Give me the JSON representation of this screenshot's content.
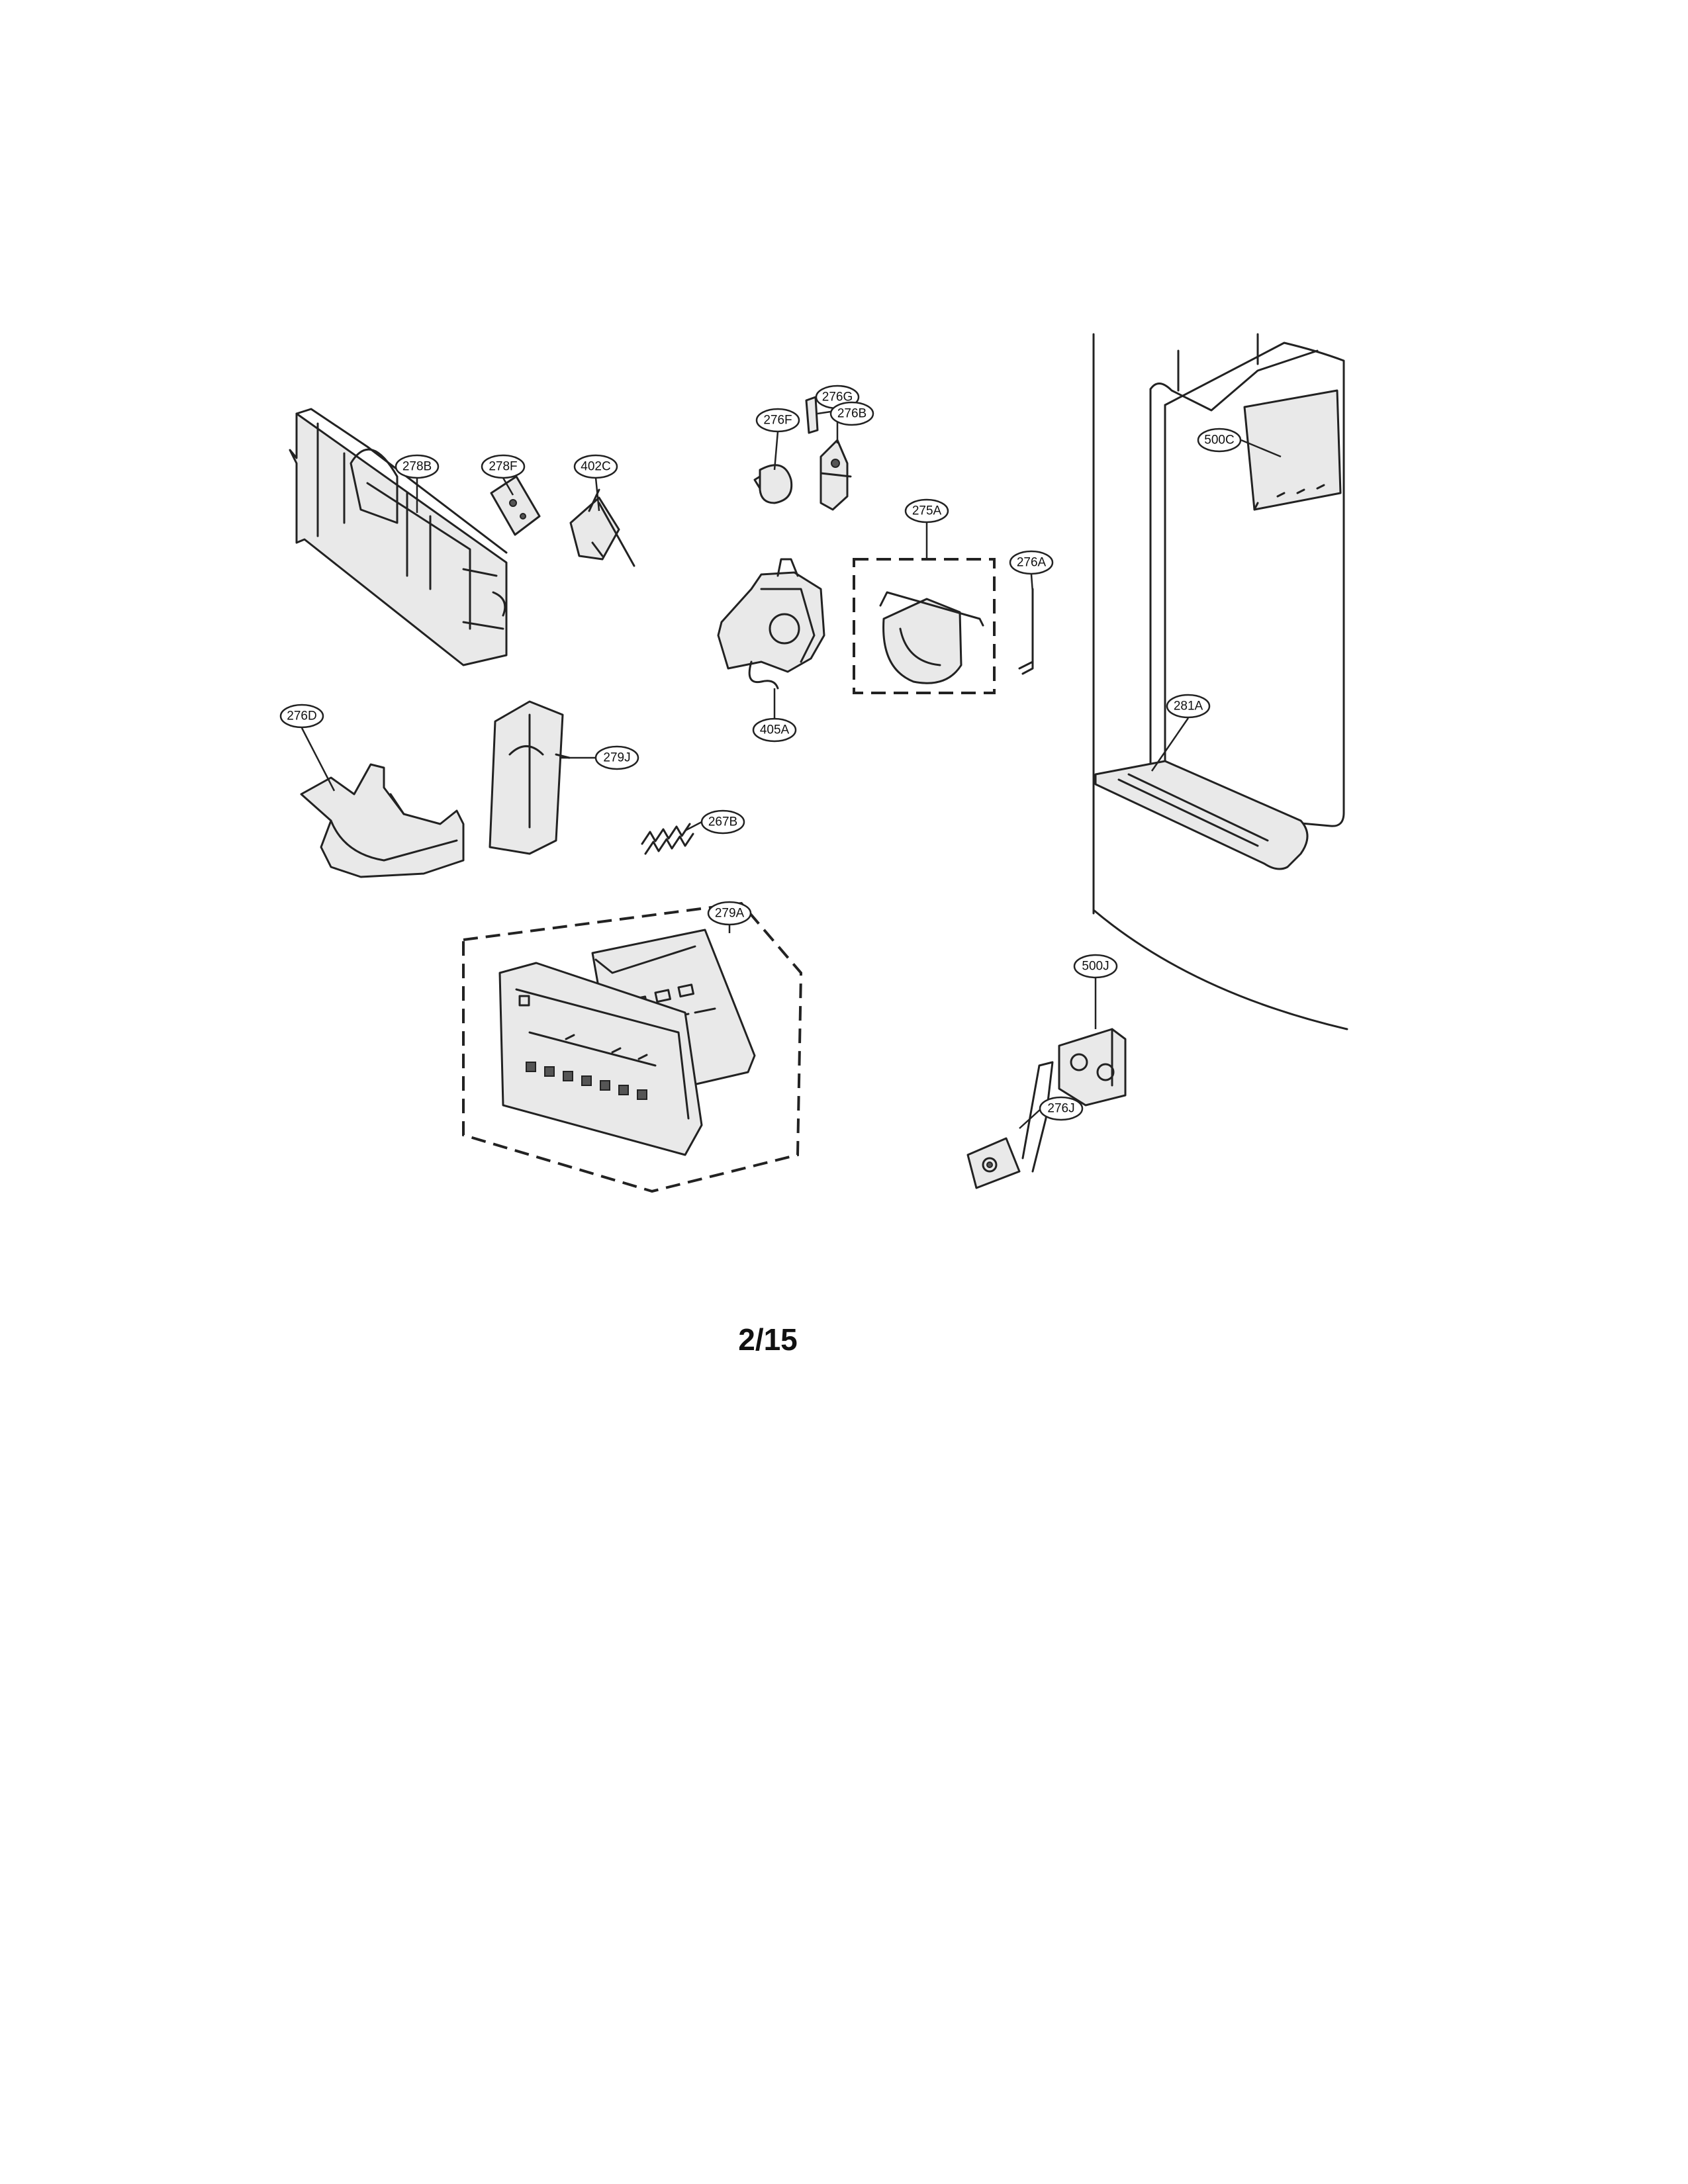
{
  "callouts": {
    "c278B": "278B",
    "c278F": "278F",
    "c402C": "402C",
    "c276F": "276F",
    "c276G": "276G",
    "c276B": "276B",
    "c275A": "275A",
    "c276A": "276A",
    "c500C": "500C",
    "c405A": "405A",
    "c276D": "276D",
    "c279J": "279J",
    "c267B": "267B",
    "c281A": "281A",
    "c279A": "279A",
    "c500J": "500J",
    "c276J": "276J"
  },
  "page_number": "2/15"
}
